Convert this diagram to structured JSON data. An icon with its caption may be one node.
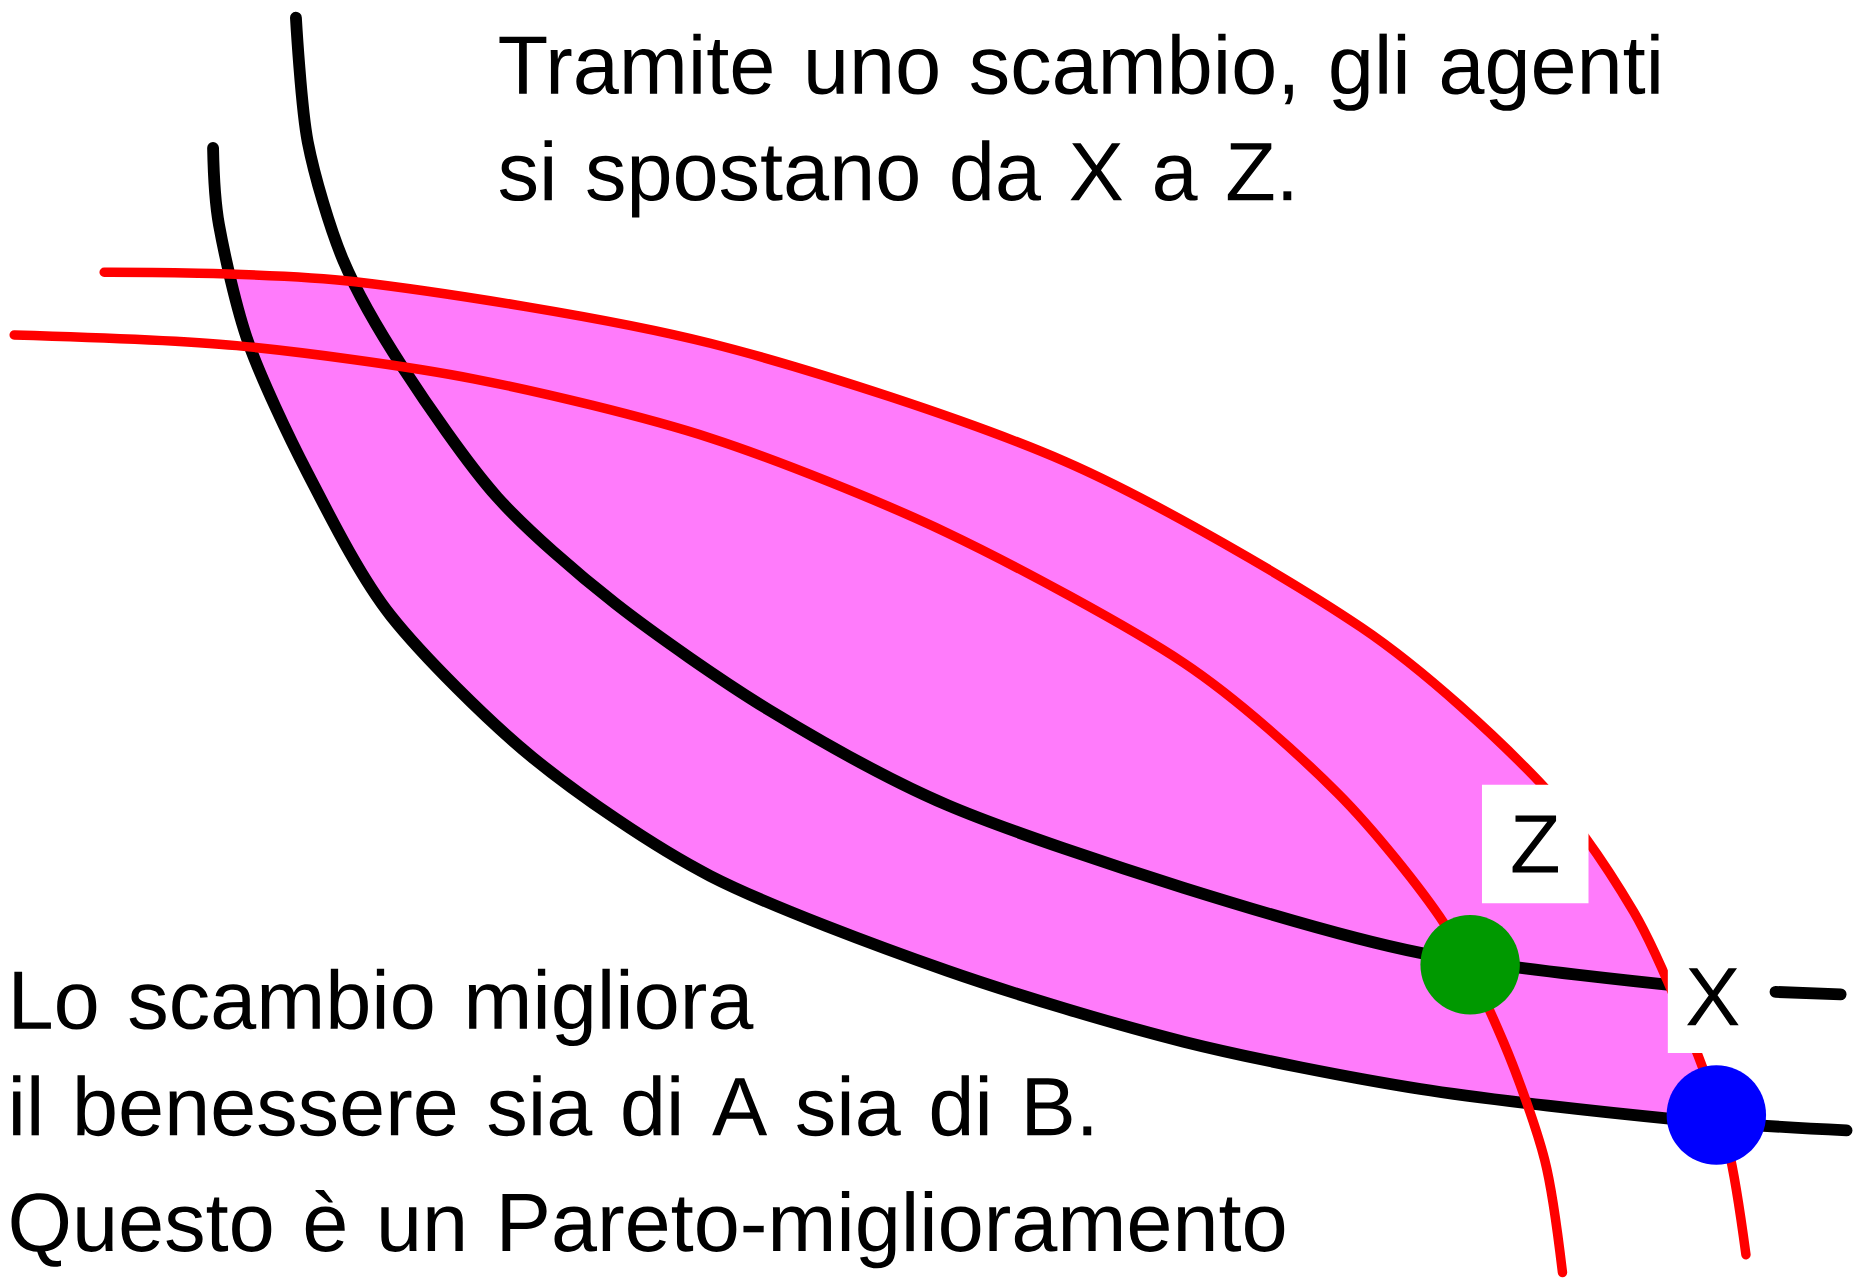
{
  "diagram": {
    "nodes": [
      {
        "text": [],
        "shape": "circle",
        "beside": [
          "Z"
        ]
      },
      {
        "text": [],
        "shape": "circle",
        "beside": [
          "X"
        ]
      }
    ],
    "labels": [
      "Tramite uno scambio, gli agenti si spostano da X a Z.",
      "Lo scambio migliora il benessere sia di A sia di B.",
      "Questo è un Pareto-miglioramento"
    ]
  }
}
